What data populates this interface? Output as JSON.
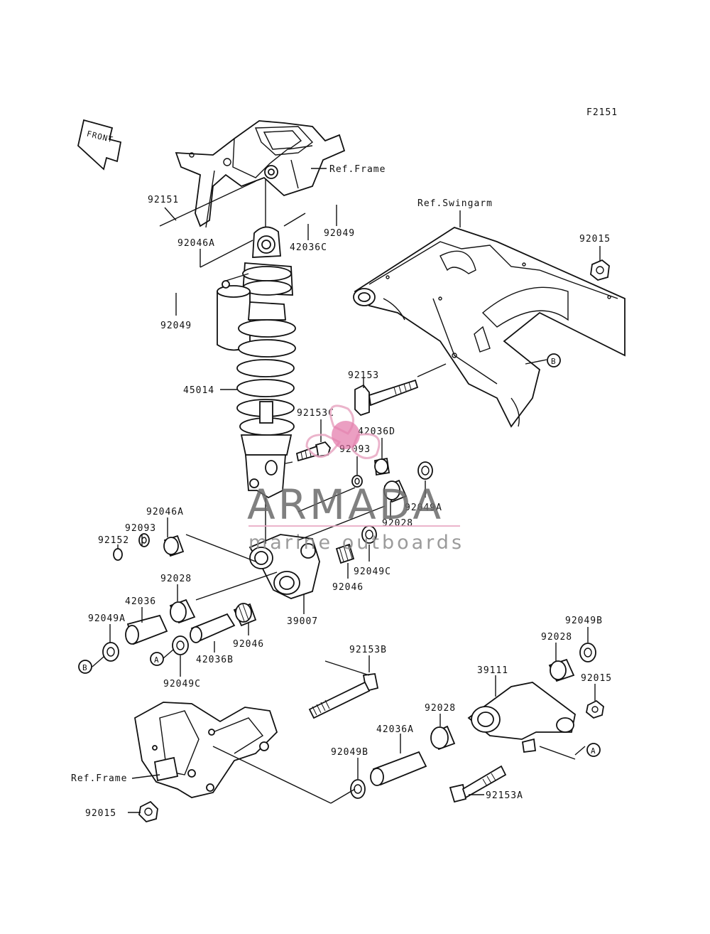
{
  "figure_id": "F2151",
  "front_label": "FRONT",
  "ref_labels": {
    "frame_top": "Ref.Frame",
    "swingarm": "Ref.Swingarm",
    "frame_bottom": "Ref.Frame"
  },
  "connectors": {
    "a": "A",
    "b": "B"
  },
  "part_labels": [
    "92151",
    "92046A",
    "42036C",
    "92049",
    "92049",
    "45014",
    "92015",
    "92153",
    "92153C",
    "42036D",
    "92093",
    "92049A",
    "92028",
    "92046A",
    "92093",
    "92152",
    "92028",
    "42036",
    "92049A",
    "92049C",
    "92046",
    "39007",
    "92046",
    "42036B",
    "92049C",
    "92153B",
    "92049B",
    "92028",
    "39111",
    "92015",
    "92028",
    "42036A",
    "92049B",
    "92153A",
    "92015"
  ],
  "watermark": {
    "brand": "ARMADA",
    "tagline": "marine outboards",
    "colors": {
      "grey": "#6a6a6a",
      "pink": "#e8a7c3",
      "magenta": "#e06aa0"
    }
  }
}
